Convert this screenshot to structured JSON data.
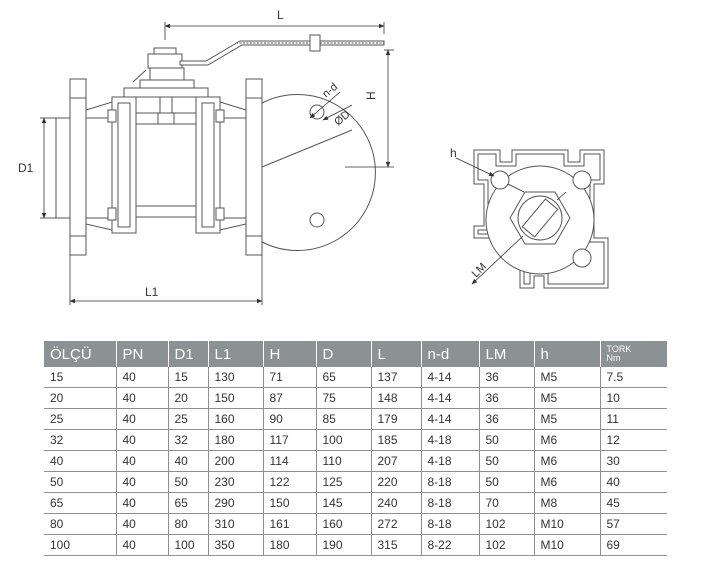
{
  "drawing": {
    "labels": {
      "L": "L",
      "H": "H",
      "D1": "D1",
      "L1": "L1",
      "nd": "n-d",
      "OD": "ØD",
      "h": "h",
      "LM": "LM"
    }
  },
  "table": {
    "headers": [
      "ÖLÇÜ",
      "PN",
      "D1",
      "L1",
      "H",
      "D",
      "L",
      "n-d",
      "LM",
      "h"
    ],
    "tork_header": {
      "line1": "TORK",
      "line2": "Nm"
    },
    "rows": [
      [
        "15",
        "40",
        "15",
        "130",
        "71",
        "65",
        "137",
        "4-14",
        "36",
        "M5",
        "7.5"
      ],
      [
        "20",
        "40",
        "20",
        "150",
        "87",
        "75",
        "148",
        "4-14",
        "36",
        "M5",
        "10"
      ],
      [
        "25",
        "40",
        "25",
        "160",
        "90",
        "85",
        "179",
        "4-14",
        "36",
        "M5",
        "11"
      ],
      [
        "32",
        "40",
        "32",
        "180",
        "117",
        "100",
        "185",
        "4-18",
        "50",
        "M6",
        "12"
      ],
      [
        "40",
        "40",
        "40",
        "200",
        "114",
        "110",
        "207",
        "4-18",
        "50",
        "M6",
        "30"
      ],
      [
        "50",
        "40",
        "50",
        "230",
        "122",
        "125",
        "220",
        "8-18",
        "50",
        "M6",
        "40"
      ],
      [
        "65",
        "40",
        "65",
        "290",
        "150",
        "145",
        "240",
        "8-18",
        "70",
        "M8",
        "45"
      ],
      [
        "80",
        "40",
        "80",
        "310",
        "161",
        "160",
        "272",
        "8-18",
        "102",
        "M10",
        "57"
      ],
      [
        "100",
        "40",
        "100",
        "350",
        "180",
        "190",
        "315",
        "8-22",
        "102",
        "M10",
        "69"
      ]
    ]
  }
}
